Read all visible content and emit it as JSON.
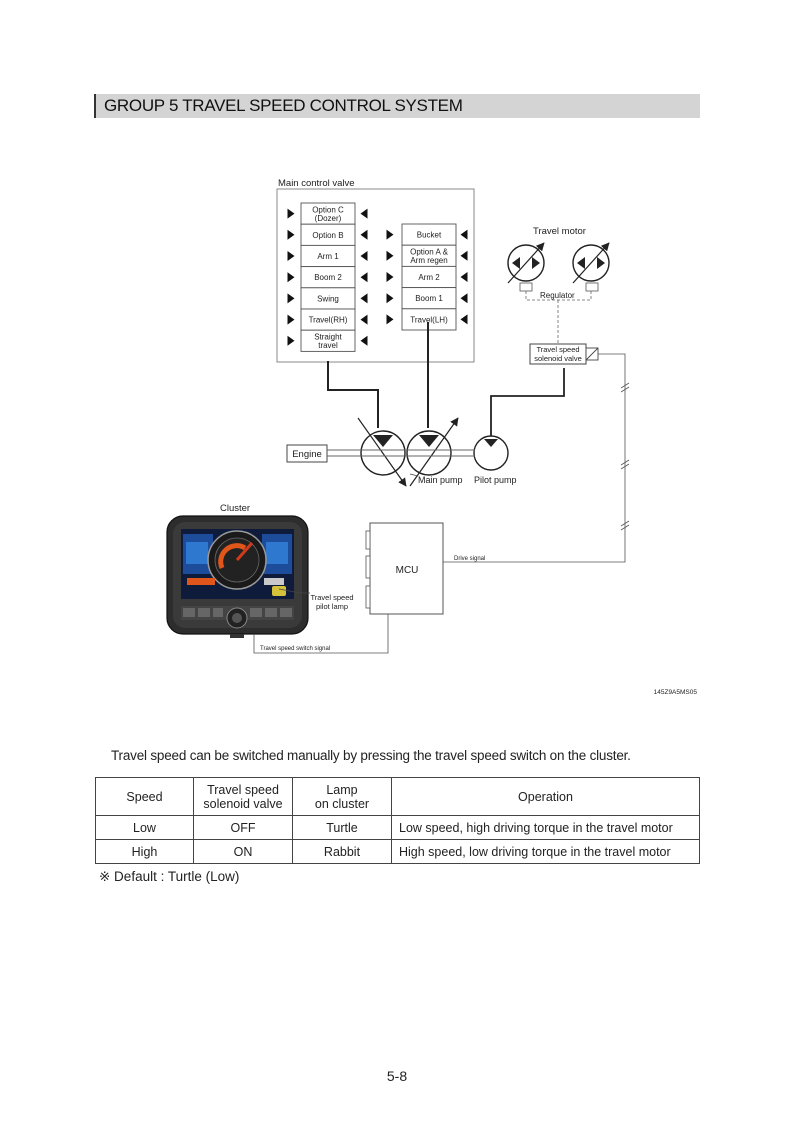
{
  "header": {
    "title": "GROUP  5  TRAVEL SPEED CONTROL SYSTEM"
  },
  "diagram": {
    "mcv_title": "Main control valve",
    "left_spools": [
      [
        "Option C",
        "(Dozer)"
      ],
      [
        "Option B"
      ],
      [
        "Arm 1"
      ],
      [
        "Boom 2"
      ],
      [
        "Swing"
      ],
      [
        "Travel(RH)"
      ],
      [
        "Straight",
        "travel"
      ]
    ],
    "right_spools": [
      [
        "Bucket"
      ],
      [
        "Option A &",
        "Arm regen"
      ],
      [
        "Arm 2"
      ],
      [
        "Boom 1"
      ],
      [
        "Travel(LH)"
      ]
    ],
    "travel_motor": "Travel motor",
    "regulator": "Regulator",
    "solenoid": [
      "Travel speed",
      "solenoid valve"
    ],
    "engine": "Engine",
    "main_pump": "Main pump",
    "pilot_pump": "Pilot pump",
    "cluster": "Cluster",
    "mcu": "MCU",
    "drive_signal": "Drive signal",
    "pilot_lamp": [
      "Travel speed",
      "pilot lamp"
    ],
    "switch_signal": "Travel speed switch signal",
    "figure_id": "145Z9A5MS05"
  },
  "intro": "Travel speed can be switched manually by pressing the travel speed switch on the cluster.",
  "table": {
    "headers": [
      [
        "Speed"
      ],
      [
        "Travel speed",
        "solenoid valve"
      ],
      [
        "Lamp",
        "on cluster"
      ],
      [
        "Operation"
      ]
    ],
    "rows": [
      [
        "Low",
        "OFF",
        "Turtle",
        "Low speed, high driving torque in the travel motor"
      ],
      [
        "High",
        "ON",
        "Rabbit",
        "High speed, low driving torque in the travel motor"
      ]
    ]
  },
  "note": "※ Default : Turtle (Low)",
  "page_number": "5-8"
}
